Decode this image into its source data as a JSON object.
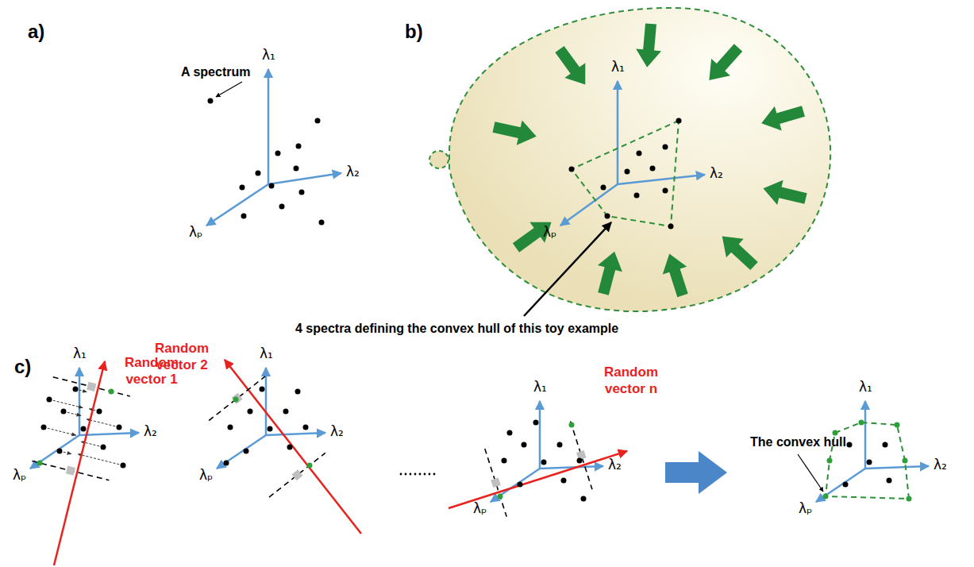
{
  "diagram": {
    "labels": [
      "a)",
      "A spectrum",
      "λ₁",
      "λ₂",
      "λₚ",
      "b)",
      "λ₁",
      "λ₂",
      "λₚ",
      "4 spectra defining the convex hull of this toy example",
      "c)",
      "Random vector 1",
      "λ₁",
      "λ₂",
      "λₚ",
      "Random vector 2",
      "λ₁",
      "λ₂",
      "λₚ",
      "Random vector n",
      "λ₁",
      "λ₂",
      "λₚ",
      "The convex hull",
      "λ₁",
      "λ₂",
      "λₚ"
    ]
  }
}
